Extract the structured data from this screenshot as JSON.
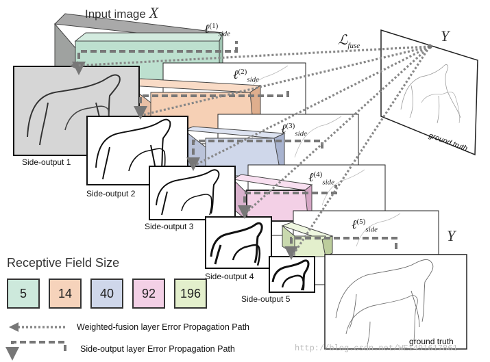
{
  "title": {
    "text": "Input image",
    "var": "X"
  },
  "fuse_loss": {
    "main": "ℒ",
    "sub": "fuse"
  },
  "y_labels": [
    "Y",
    "Y"
  ],
  "side_losses": [
    {
      "main": "ℓ",
      "sup": "(1)",
      "sub": "side"
    },
    {
      "main": "ℓ",
      "sup": "(2)",
      "sub": "side"
    },
    {
      "main": "ℓ",
      "sup": "(3)",
      "sub": "side"
    },
    {
      "main": "ℓ",
      "sup": "(4)",
      "sub": "side"
    },
    {
      "main": "ℓ",
      "sup": "(5)",
      "sub": "side"
    }
  ],
  "side_outputs": [
    "Side-output 1",
    "Side-output 2",
    "Side-output 3",
    "Side-output 4",
    "Side-output 5"
  ],
  "ground_truth_labels": [
    "ground truth",
    "ground truth"
  ],
  "receptive_field": {
    "title": "Receptive Field Size",
    "sizes": [
      {
        "value": "5",
        "color": "#cde9dc"
      },
      {
        "value": "14",
        "color": "#f6d3bb"
      },
      {
        "value": "40",
        "color": "#cfd7ea"
      },
      {
        "value": "92",
        "color": "#f3d0e6"
      },
      {
        "value": "196",
        "color": "#e3efcc"
      }
    ]
  },
  "legend": {
    "fusion": "Weighted-fusion layer Error Propagation Path",
    "side": "Side-output layer Error Propagation Path"
  },
  "watermark": "http://blog.csdn.net/WE1491617861"
}
